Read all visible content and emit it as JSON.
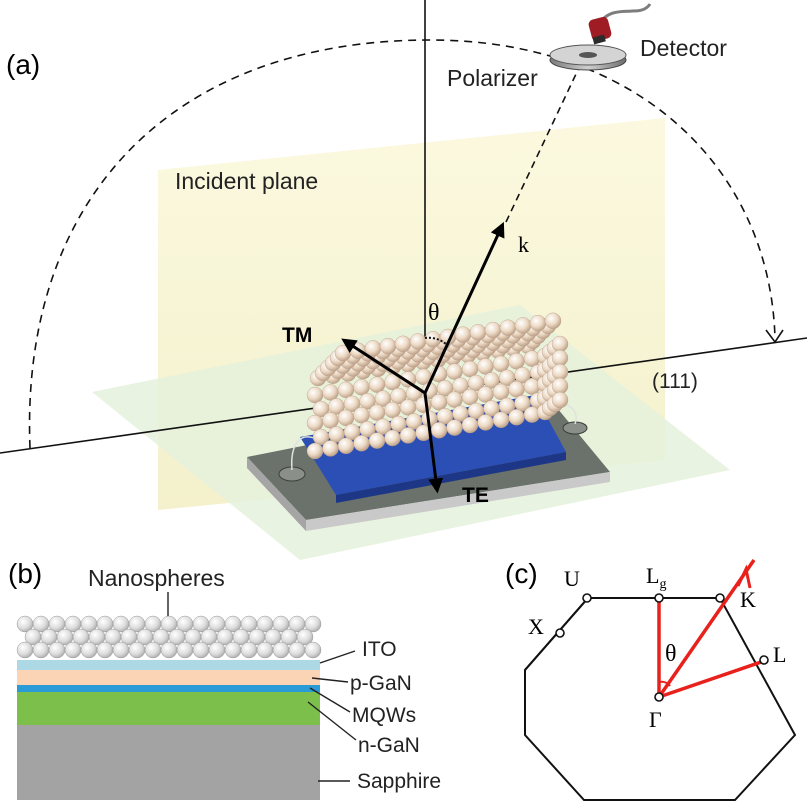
{
  "panel_a": {
    "panel_label": "(a)",
    "detector_label": "Detector",
    "polarizer_label": "Polarizer",
    "incident_plane_label": "Incident plane",
    "k_label": "k",
    "theta_label": "θ",
    "tm_label": "TM",
    "te_label": "TE",
    "plane_label": "(111)"
  },
  "panel_b": {
    "panel_label": "(b)",
    "layers": [
      {
        "name": "Nanospheres",
        "color": "#d8d8d8"
      },
      {
        "name": "ITO",
        "color": "#add8e6"
      },
      {
        "name": "p-GaN",
        "color": "#fbd3b5"
      },
      {
        "name": "MQWs",
        "color": "#2a9bd6"
      },
      {
        "name": "n-GaN",
        "color": "#7cc04b"
      },
      {
        "name": "Sapphire",
        "color": "#a3a3a3"
      }
    ]
  },
  "panel_c": {
    "panel_label": "(c)",
    "points": {
      "U": "U",
      "Lg_main": "L",
      "Lg_sub": "g",
      "K": "K",
      "X": "X",
      "L": "L",
      "Gamma": "Γ"
    },
    "theta_label": "θ",
    "accent_color": "#e8211d"
  }
}
